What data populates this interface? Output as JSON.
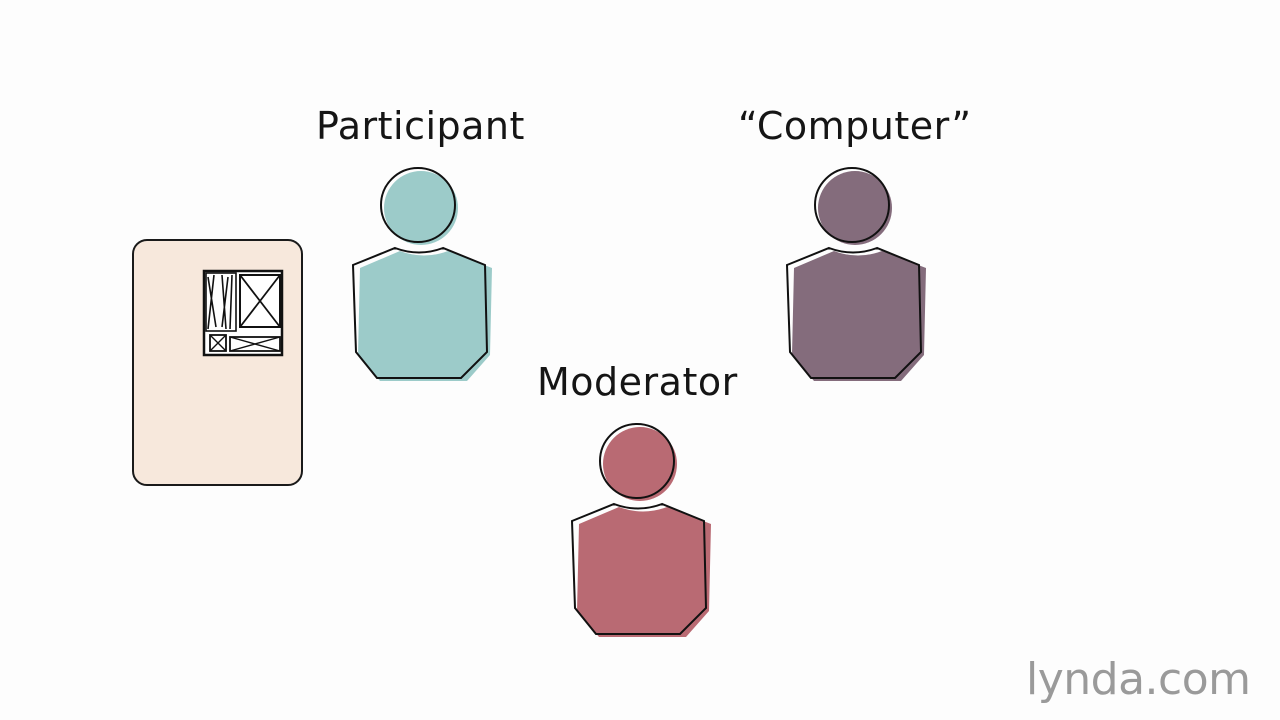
{
  "diagram": {
    "roles": [
      {
        "id": "participant",
        "label": "Participant",
        "color": "#9ccbc9"
      },
      {
        "id": "computer",
        "label": "“Computer”",
        "color": "#846c7c"
      },
      {
        "id": "moderator",
        "label": "Moderator",
        "color": "#b96a73"
      }
    ],
    "device": {
      "color": "#f7e8dc",
      "content": "paper-prototype-sketch-icon"
    }
  },
  "brand": {
    "logo_text": "lynda.com",
    "color": "#9a9a9a"
  }
}
